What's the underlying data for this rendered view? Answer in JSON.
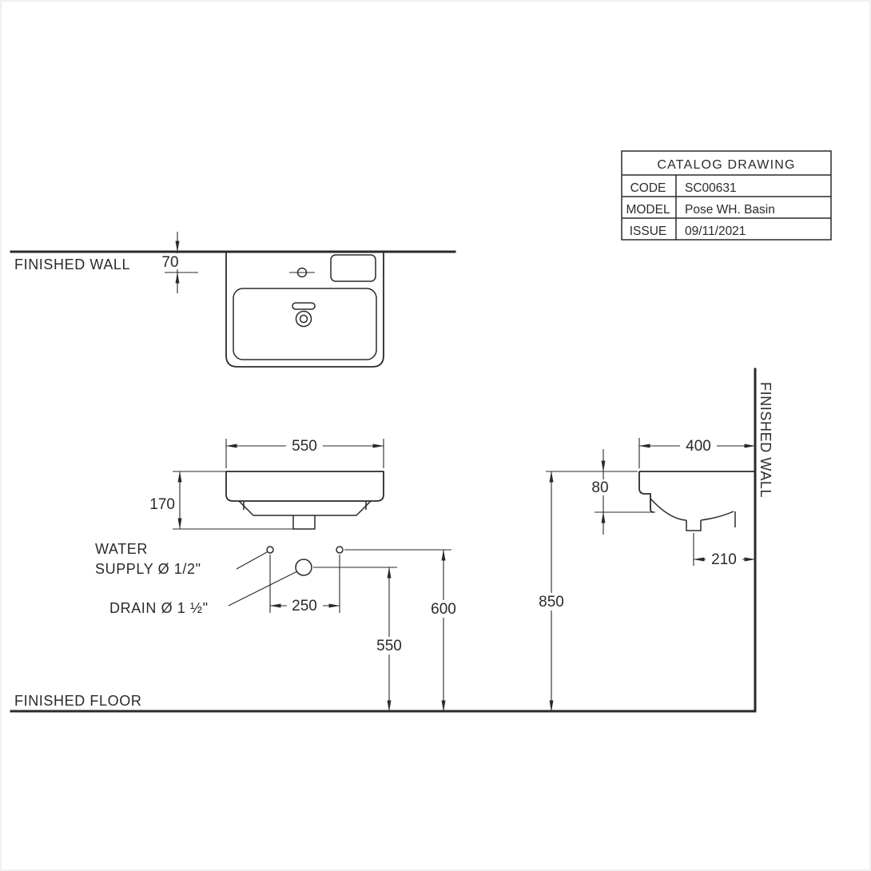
{
  "title_block": {
    "title": "CATALOG DRAWING",
    "code_label": "CODE",
    "code_value": "SC00631",
    "model_label": "MODEL",
    "model_value": "Pose WH. Basin",
    "issue_label": "ISSUE",
    "issue_value": "09/11/2021"
  },
  "labels": {
    "finished_wall_top": "FINISHED WALL",
    "finished_wall_side": "FINISHED WALL",
    "finished_floor": "FINISHED FLOOR",
    "water_supply_line1": "WATER",
    "water_supply_line2": "SUPPLY Ø 1/2\"",
    "drain": "DRAIN Ø 1 ½\""
  },
  "dims": {
    "faucet_to_wall": "70",
    "basin_width": "550",
    "basin_front_height": "170",
    "supply_spacing": "250",
    "drain_height": "550",
    "supply_height": "600",
    "basin_depth": "400",
    "rim_drop": "80",
    "drain_to_wall": "210",
    "rim_height": "850"
  },
  "colors": {
    "line": "#2a2a2a",
    "background": "#ffffff"
  }
}
